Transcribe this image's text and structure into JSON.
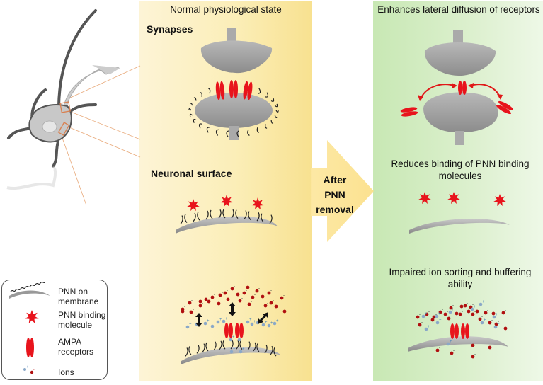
{
  "figure": {
    "panels": {
      "normal": {
        "title": "Normal physiological state",
        "sections": {
          "synapses": "Synapses",
          "neuronal_surface": "Neuronal surface"
        },
        "background_color": "#fbeeb8"
      },
      "after": {
        "effects": [
          "Enhances lateral diffusion of receptors",
          "Reduces binding of PNN binding molecules",
          "Impaired ion sorting and buffering ability"
        ],
        "background_color": "#d6eec6"
      }
    },
    "transition_arrow": {
      "lines": [
        "After",
        "PNN",
        "removal"
      ],
      "color": "#fde49a"
    },
    "legend": {
      "items": [
        {
          "icon": "pnn-membrane-icon",
          "label_lines": [
            "PNN on",
            "membrane"
          ]
        },
        {
          "icon": "star-molecule-icon",
          "label_lines": [
            "PNN binding",
            "molecule"
          ]
        },
        {
          "icon": "ampa-receptor-icon",
          "label_lines": [
            "AMPA",
            "receptors"
          ]
        },
        {
          "icon": "ions-icon",
          "label_lines": [
            "Ions"
          ]
        }
      ]
    },
    "colors": {
      "membrane_gray": "#9a9a9a",
      "receptor_red": "#e8141c",
      "anion_red": "#b01010",
      "cation_blue": "#8aa8c8",
      "zoom_lines": "#e8a878"
    }
  }
}
